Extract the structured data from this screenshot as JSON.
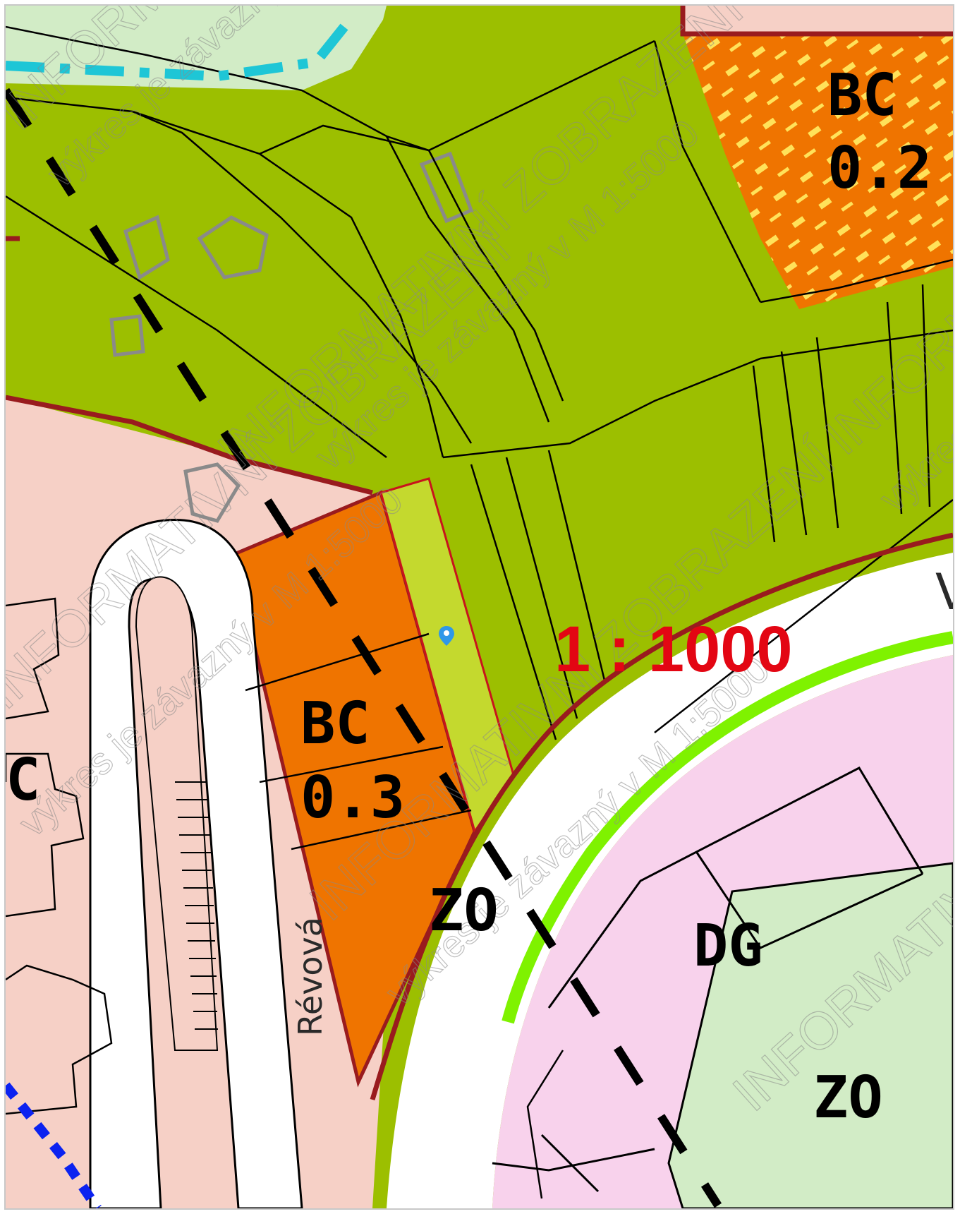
{
  "map": {
    "scale": "1 : 1000",
    "watermark_line1": "INFORMATIVNÍ ZOBRAZENÍ",
    "watermark_line2": "výkres je závazný v M 1:5000",
    "street_name": "Révová",
    "zones": [
      {
        "code": "BC",
        "value": "0.2"
      },
      {
        "code": "BC",
        "value": "0.3"
      },
      {
        "code": "ZO"
      },
      {
        "code": "DG"
      },
      {
        "code": "ZO"
      }
    ],
    "partial_labels": {
      "left_edge": "C",
      "right_edge": "V"
    },
    "colors": {
      "greenery": "#9cbf00",
      "light_greenery": "#c4d92e",
      "pale_green": "#d2ecc6",
      "residential": "#f6d0c6",
      "development": "#ef7400",
      "commercial": "#f8d2ec",
      "road": "#ffffff",
      "plot_border": "#991b1e",
      "scale_text": "#e30613",
      "water_dash": "#1ec6d6",
      "blue_dash": "#0b22f0",
      "lime_strip": "#7ff200",
      "marker": "#2f98e8"
    },
    "marker_icon": "location-pin-icon"
  }
}
